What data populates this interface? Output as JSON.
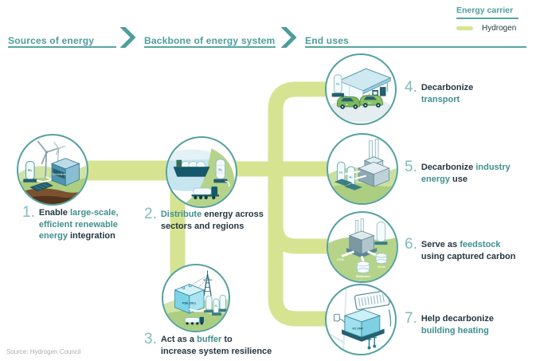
{
  "stages": [
    {
      "label": "Sources of energy"
    },
    {
      "label": "Backbone of energy system"
    },
    {
      "label": "End uses"
    }
  ],
  "legend": {
    "title": "Energy carrier",
    "item": "Hydrogen",
    "swatch_color": "#d6e492"
  },
  "items": [
    {
      "number": "1.",
      "pre": "Enable ",
      "highlight": "large-scale,\nefficient renewable\nenergy",
      "post": " integration",
      "icon": "renewables-electrolyzer"
    },
    {
      "number": "2.",
      "pre": "",
      "highlight": "Distribute",
      "post": " energy across\nsectors and regions",
      "icon": "ship-truck-storage"
    },
    {
      "number": "3.",
      "pre": "Act as a ",
      "highlight": "buffer",
      "post": " to\nincrease system resilience",
      "icon": "fuel-cell-grid"
    },
    {
      "number": "4.",
      "pre": "Decarbonize\n",
      "highlight": "transport",
      "post": "",
      "icon": "hydrogen-station-cars"
    },
    {
      "number": "5.",
      "pre": "Decarbonize ",
      "highlight": "industry\nenergy",
      "post": " use",
      "icon": "industrial-furnace"
    },
    {
      "number": "6.",
      "pre": "Serve as ",
      "highlight": "feedstock",
      "post": "\nusing captured carbon",
      "icon": "ccu-plant"
    },
    {
      "number": "7.",
      "pre": "Help decarbonize\n",
      "highlight": "building heating",
      "post": "",
      "icon": "fc-chp-radiator"
    }
  ],
  "illustration_labels": {
    "electrolyzer": "Electrolyzer",
    "h2": "H₂",
    "fuel_cell": "FUEL CELL",
    "ccu": "CCU",
    "methanol": "Methanol",
    "urea": "Urea",
    "fc_chp": "FC CHP"
  },
  "source": "Source: Hydrogen Council",
  "colors": {
    "teal": "#4d9d9c",
    "number_teal": "#7fbcbb",
    "hydrogen_line": "#d6e492",
    "dark_text": "#253741"
  }
}
